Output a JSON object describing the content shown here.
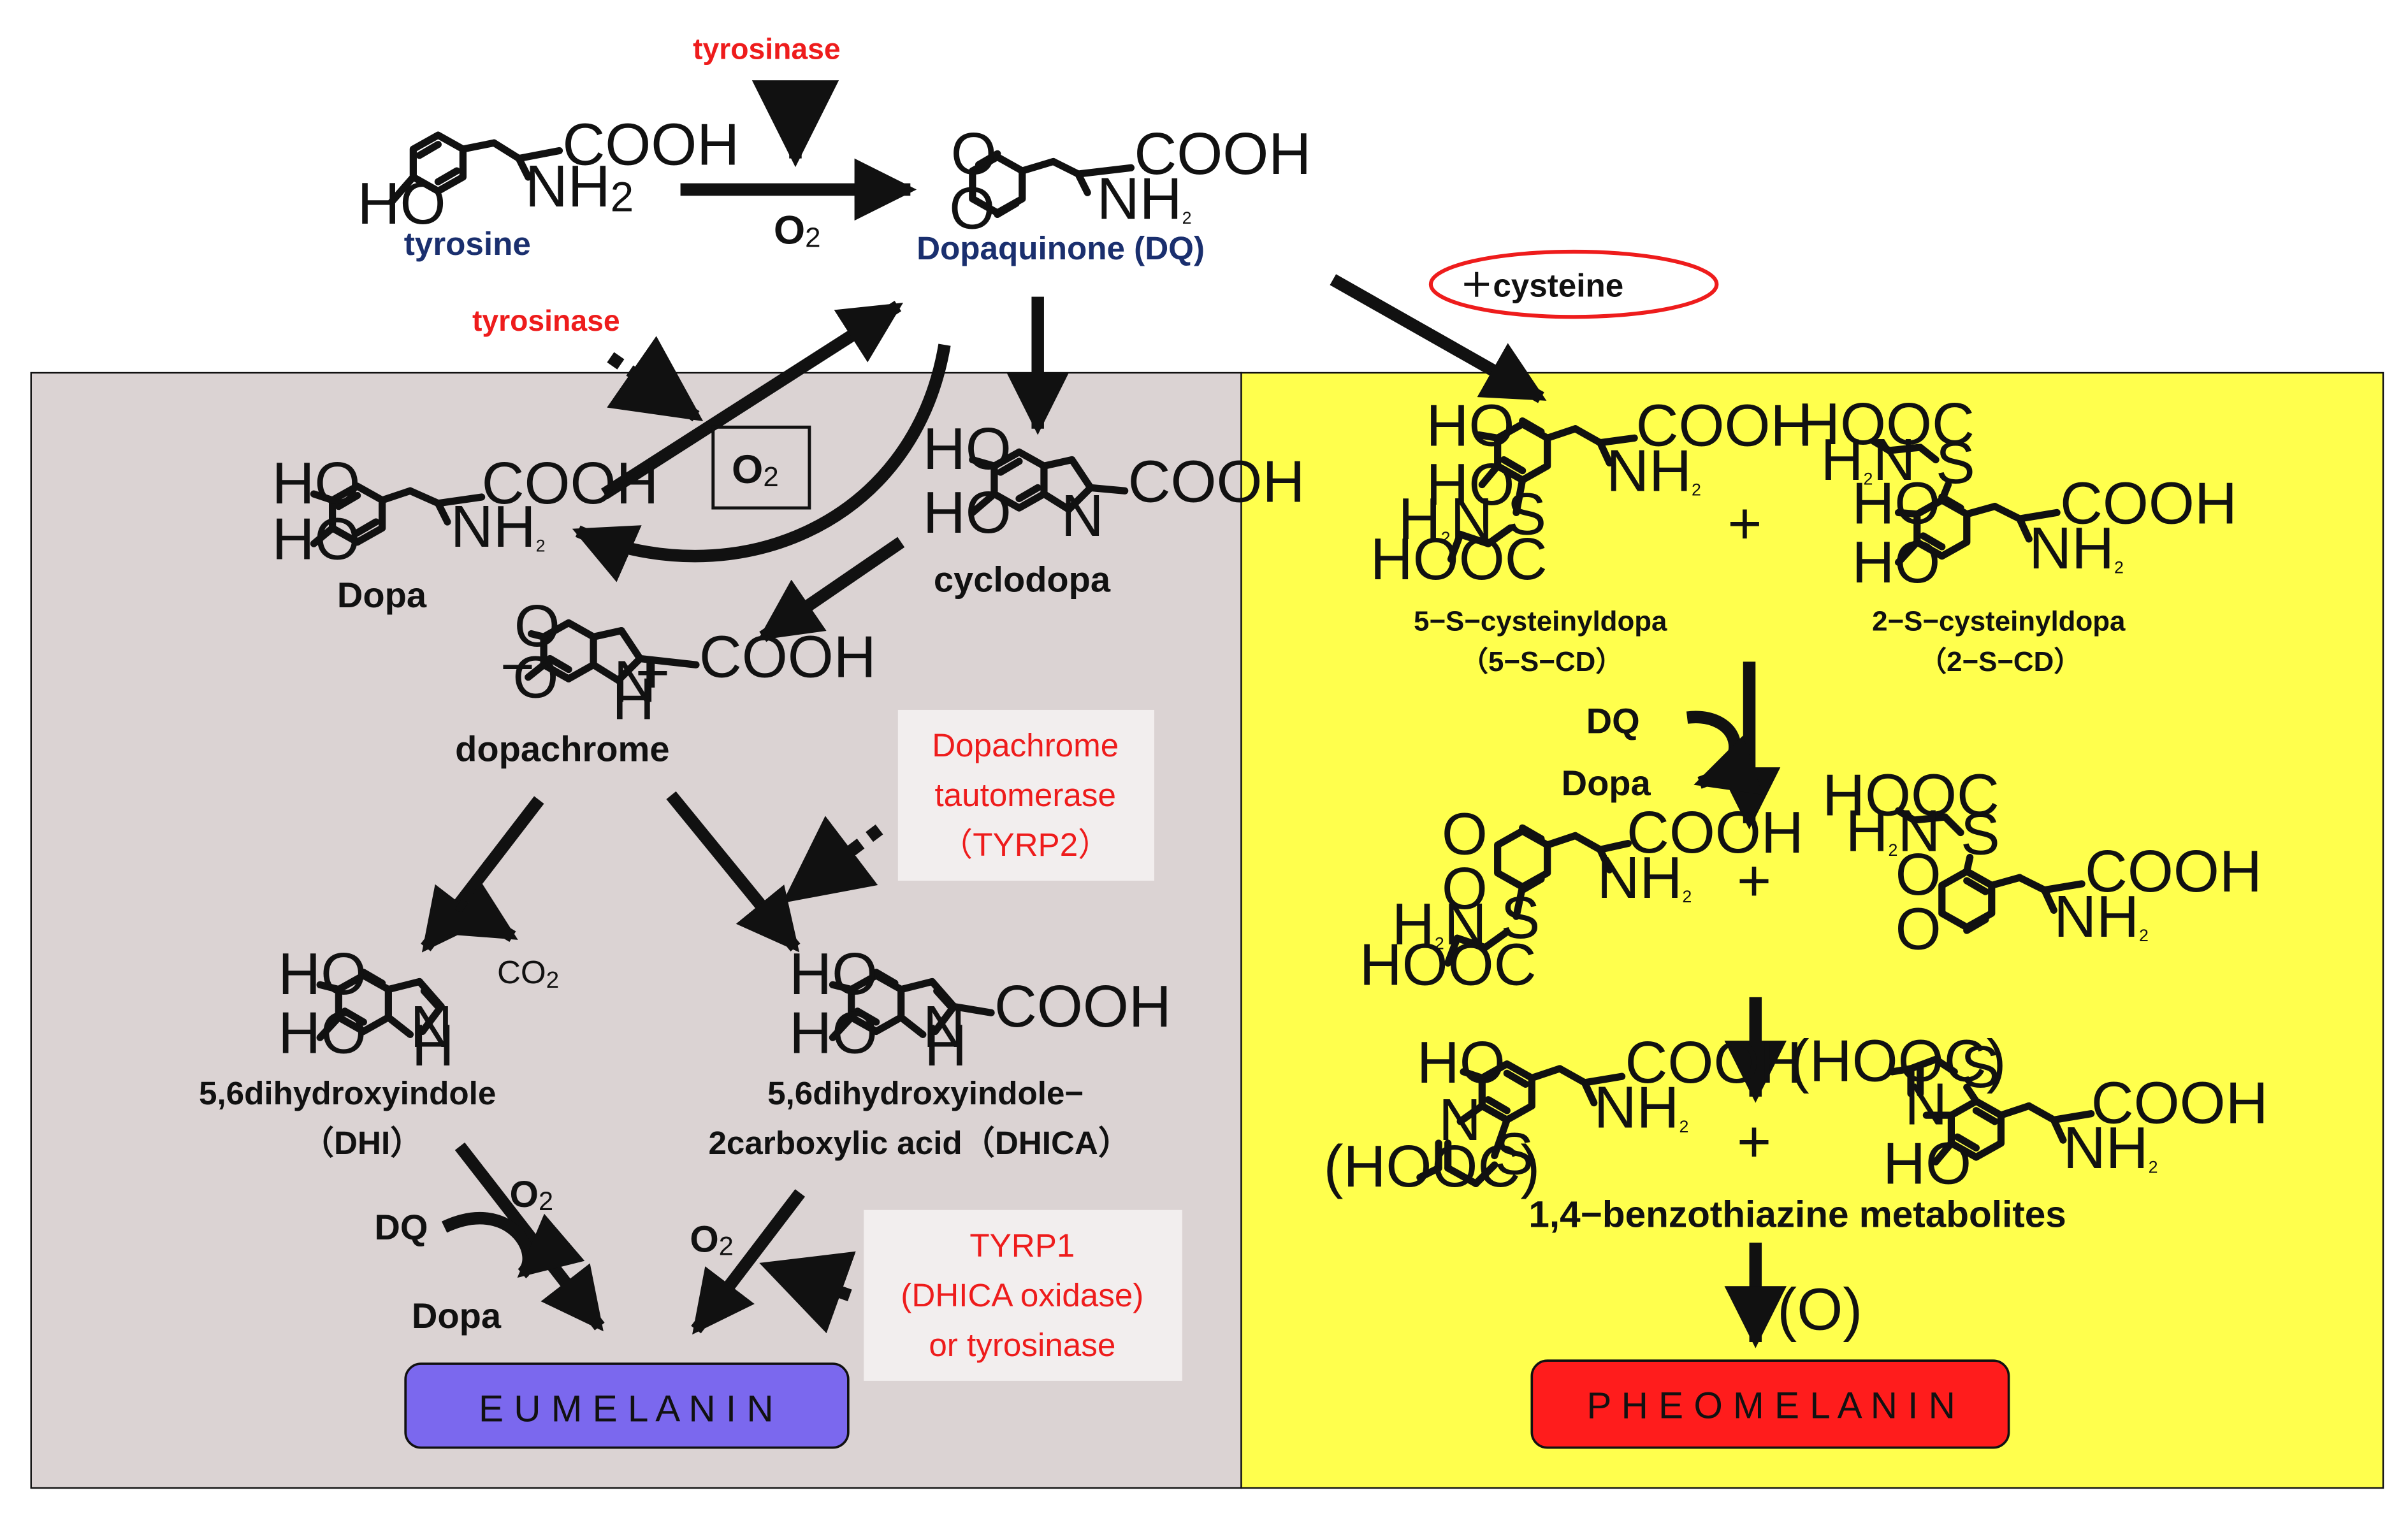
{
  "enzymes": {
    "tyrosinase_top": "tyrosinase",
    "tyrosinase_left": "tyrosinase",
    "dct_line1": "Dopachrome",
    "dct_line2": "tautomerase",
    "dct_line3": "（TYRP2）",
    "tyrp1_line1": "TYRP1",
    "tyrp1_line2": "(DHICA oxidase)",
    "tyrp1_line3": "or tyrosinase"
  },
  "cofactors": {
    "o2_main": "O",
    "o2_box": "O",
    "o2_dhi": "O",
    "o2_dhica": "O",
    "o2_subscript": "2",
    "co2": "CO",
    "co2_subscript": "2",
    "dq_left": "DQ",
    "dopa_left": "Dopa",
    "dq_right": "DQ",
    "dopa_right": "Dopa",
    "oxidation": "(O)",
    "cysteine": "＋cysteine",
    "plus": "+"
  },
  "compounds": {
    "tyrosine": "tyrosine",
    "dopaquinone": "Dopaquinone (DQ)",
    "dopa": "Dopa",
    "cyclodopa": "cyclodopa",
    "dopachrome": "dopachrome",
    "dhi_line1": "5,6dihydroxyindole",
    "dhi_line2": "（DHI）",
    "dhica_line1": "5,6dihydroxyindole−",
    "dhica_line2": "2carboxylic acid（DHICA）",
    "scd5_line1": "5−S−cysteinyldopa",
    "scd5_line2": "（5−S−CD）",
    "scd2_line1": "2−S−cysteinyldopa",
    "scd2_line2": "（2−S−CD）",
    "benzothiazine": "1,4−benzothiazine metabolites"
  },
  "structure_labels": {
    "cooh": "COOH",
    "hooc": "HOOC",
    "nh": "NH",
    "h2n": "H",
    "n_sub": "2",
    "ho": "HO",
    "o": "O",
    "n": "N",
    "h": "H",
    "s": "S",
    "hooc_paren": "(HOOC)",
    "minus": "−",
    "plus_charge": "+"
  },
  "products": {
    "eumelanin": "E U M E L A N I N",
    "pheomelanin": "P H E O M E L A N I N"
  },
  "colors": {
    "eumelanin_panel": "#dbd3d3",
    "pheomelanin_panel": "#ffff4d",
    "eumelanin_box": "#7b68ee",
    "pheomelanin_box": "#ff1c1c",
    "enzyme_text": "#ee1c1c",
    "tyrosine_dq_text": "#1a2f6e",
    "enzyme_label_bg": "#f2eeee"
  }
}
